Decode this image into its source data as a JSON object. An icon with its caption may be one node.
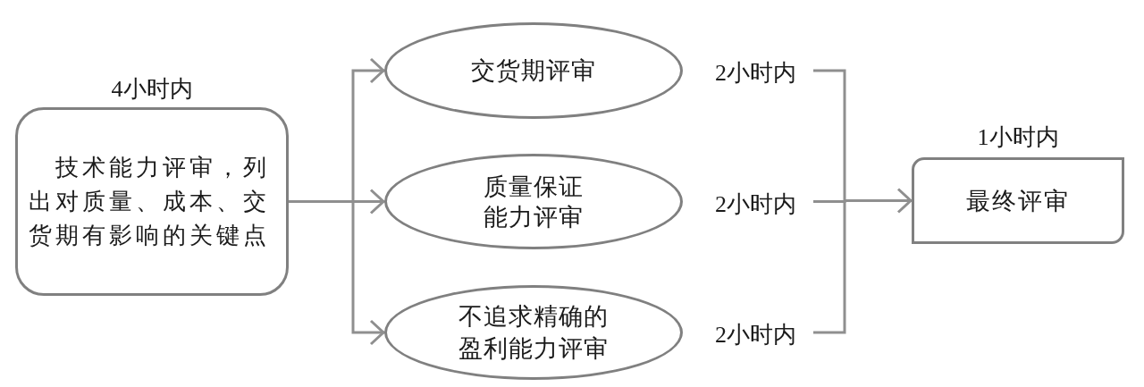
{
  "diagram": {
    "nodes": [
      {
        "text": [
          "技术能力评审，列出对质量、成本、交货期有影响的关键点"
        ],
        "beside": [
          "4小时内"
        ]
      },
      {
        "text": [
          "交货期评审"
        ],
        "beside": [
          "2小时内"
        ]
      },
      {
        "text": [
          "质量保证能力评审"
        ],
        "beside": [
          "2小时内"
        ]
      },
      {
        "text": [
          "不追求精确的盈利能力评审"
        ],
        "beside": [
          "2小时内"
        ]
      },
      {
        "text": [
          "最终评审"
        ],
        "beside": [
          "1小时内"
        ]
      }
    ],
    "edges": [
      {
        "from": 0,
        "to": 1,
        "arrow": "to"
      },
      {
        "from": 0,
        "to": 2,
        "arrow": "to"
      },
      {
        "from": 0,
        "to": 3,
        "arrow": "to"
      },
      {
        "from": 1,
        "to": 4,
        "arrow": "to"
      },
      {
        "from": 2,
        "to": 4,
        "arrow": "to"
      },
      {
        "from": 3,
        "to": 4,
        "arrow": "to"
      }
    ]
  }
}
